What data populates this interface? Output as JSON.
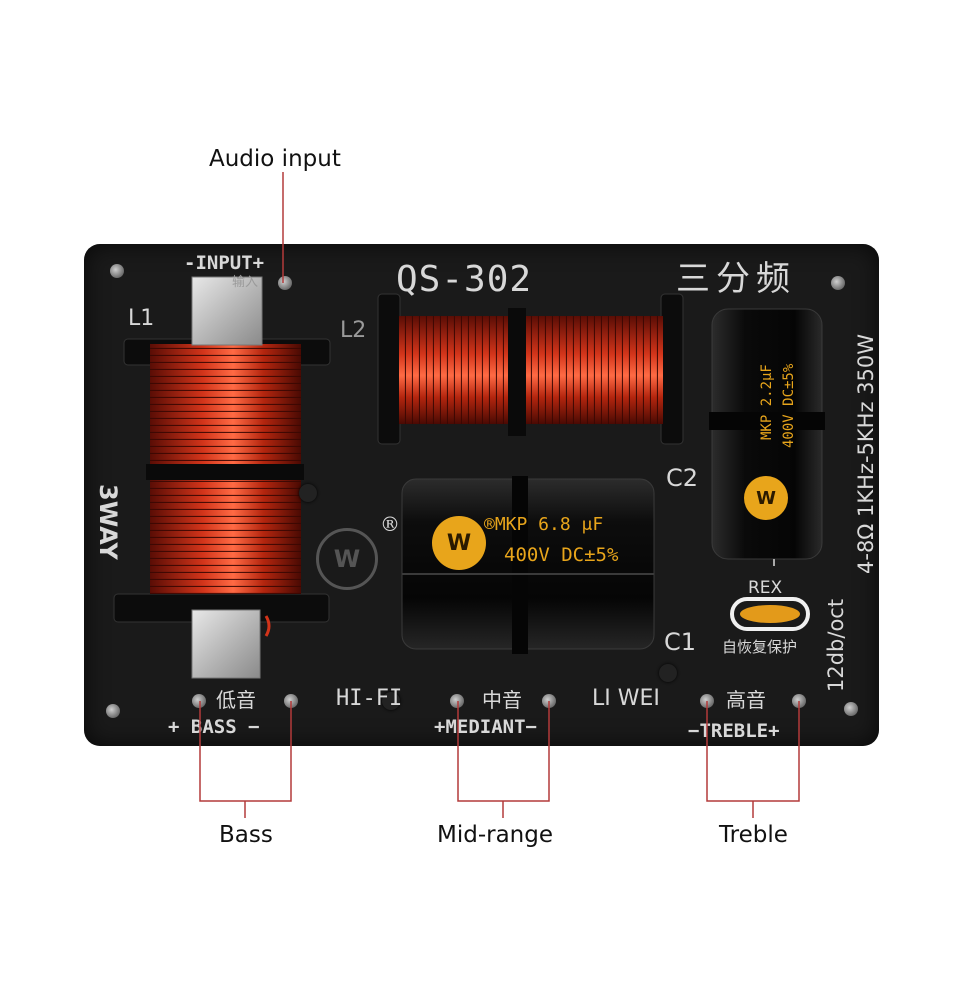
{
  "callouts": {
    "audio_input": "Audio input",
    "bass": "Bass",
    "mid_range": "Mid-range",
    "treble": "Treble"
  },
  "board": {
    "model": "QS-302",
    "title_cn": "三分频",
    "input_label": "-INPUT+",
    "input_cn": "输入",
    "way": "3WAY",
    "spec": "4-8Ω 1KHz-5KHz 350W",
    "slope": "12db/oct",
    "registered_mark": "®",
    "hifi": "HI-FI",
    "liwei": "LI WEI",
    "rex": "REX",
    "rex_cn": "自恢复保护",
    "inductors": {
      "l1": "L1",
      "l2": "L2"
    },
    "capacitors": {
      "c1": "C1",
      "c2": "C2",
      "c1_line1": "®MKP   6.8 μF",
      "c1_line2": "400V DC±5%",
      "c2_line1": "MKP 2.2μF",
      "c2_line2": "400V DC±5%"
    },
    "outputs": {
      "bass_cn": "低音",
      "bass_label": "+ BASS   −",
      "mid_cn": "中音",
      "mid_label": "+MEDIANT−",
      "treble_cn": "高音",
      "treble_label": "−TREBLE+"
    }
  },
  "colors": {
    "board": "#1a1a1a",
    "silkscreen": "#d8d8d8",
    "copper": "#b5260f",
    "leader_line": "#b33a3a",
    "capacitor_print": "#e8a51b"
  }
}
